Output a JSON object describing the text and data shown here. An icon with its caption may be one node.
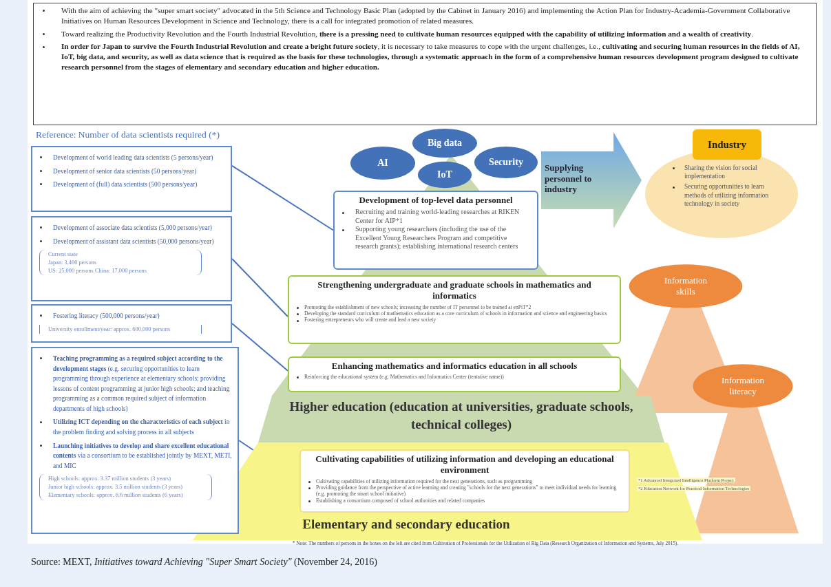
{
  "diagram": {
    "caption": "Source: MEXT, *Initiatives toward Achieving \"Super Smart Society\"* (November 24, 2016)",
    "nodes": [
      {
        "text": [
          "With the aim of achieving the \"super smart society\" advocated in the 5th Science and Technology Basic Plan (adopted by the Cabinet in January 2016) and implementing the Action Plan for Industry-Academia-Government Collaborative Initiatives on Human Resources Development in Science and Technology, there is a call for integrated promotion of related measures.",
          "Toward realizing the Productivity Revolution and the Fourth Industrial Revolution, **there is a pressing need to cultivate human resources equipped with the capability of utilizing information and a wealth of creativity**.",
          "**In order for Japan to survive the Fourth Industrial Revolution and create a bright future society**, it is necessary to take measures to cope with the urgent challenges, i.e., **cultivating and securing human resources in the fields of AI, IoT, big data, and security, as well as data science that is required as the basis for these technologies, through a systematic approach in the form of a comprehensive human resources development program designed to cultivate research personnel from the stages of elementary and secondary education and higher education.**"
        ]
      },
      {
        "text": [
          "Development of world leading data scientists (5 persons/year)",
          "Development of senior data scientists (50 persons/year)",
          "Development of (full) data scientists (500 persons/year)"
        ]
      },
      {
        "text": [
          "Development of associate data scientists (5,000 persons/year)",
          "Development of assistant data scientists (50,000 persons/year)",
          "Current state",
          "Japan: 3,400 persons",
          "US: 25,000 persons  China: 17,000 persons"
        ]
      },
      {
        "text": [
          "Fostering literacy (500,000 persons/year)",
          "University enrollment/year: approx. 600,000 persons"
        ]
      },
      {
        "text": [
          "**Teaching programming as a required subject according to the development stages** (e.g. securing opportunities to learn programming through experience at elementary schools; providing lessons of content programming at junior high schools; and teaching programming as a common required subject of information departments of high schools)",
          "**Utilizing ICT depending on the characteristics of each subject** in the problem finding and solving process in all subjects",
          "**Launching initiatives to develop and share excellent educational contents** via a consortium to be established jointly by MEXT, METI, and MIC",
          "High schools: approx. 3.37 million students (3 years)",
          "Junior high schools: approx. 3.5 million students (3 years)",
          "Elementary schools: approx. 6.6 million students (6 years)"
        ]
      },
      {
        "text": [
          "Big data"
        ]
      },
      {
        "text": [
          "AI"
        ]
      },
      {
        "text": [
          "Security"
        ]
      },
      {
        "text": [
          "IoT"
        ]
      },
      {
        "text": [
          "Supplying personnel to industry"
        ]
      },
      {
        "text": [
          "Industry",
          "Sharing the vision for social implementation",
          "Securing opportunities to learn methods of utilizing information technology in society"
        ]
      },
      {
        "text": [
          "Development of top-level data personnel",
          "Recruiting and training world-leading researches at RIKEN Center for AIP*1",
          "Supporting young researchers (including the use of the Excellent Young Researchers Program and competitive research grants); establishing international research centers"
        ]
      },
      {
        "text": [
          "Strengthening undergraduate and graduate schools in mathematics and informatics",
          "Promoting the establishment of new schools; increasing the number of IT personnel to be trained at enPiT*2",
          "Developing the standard curriculum of mathematics education as a core curriculum of schools in information and science and engineering basics",
          "Fostering entrepreneurs who will create and lead a new society"
        ]
      },
      {
        "text": [
          "Information skills"
        ]
      },
      {
        "text": [
          "Information literacy"
        ]
      },
      {
        "text": [
          "Enhancing mathematics and informatics education in all schools",
          "Reinforcing the educational system (e.g. Mathematics and Informatics Center (tentative name))"
        ]
      },
      {
        "text": [
          "Higher education (education at universities, graduate schools, technical colleges)"
        ]
      },
      {
        "text": [
          "Cultivating capabilities of utilizing information and developing an educational environment",
          "Cultivating capabilities of utilizing information required for the next generations, such as programming",
          "Providing guidance from the perspective of active learning and creating \"schools for the next generations\" to meet individual needs for learning (e.g. promoting the smart school initiative)",
          "Establishing a consortium composed of school authorities and related companies"
        ],
        "in": 18
      },
      {
        "text": [
          "Elementary and secondary education"
        ]
      }
    ],
    "edges": [
      {
        "from": 1,
        "to": 11,
        "arrow": "none"
      },
      {
        "from": 2,
        "to": 12,
        "arrow": "none"
      },
      {
        "from": 3,
        "to": 15,
        "arrow": "none"
      },
      {
        "from": 4,
        "to": 17,
        "arrow": "none"
      }
    ],
    "labels": [
      "Reference: Number of data scientists required (*)",
      "*1 Advanced Integrated Intelligence Platform Project",
      "*2 Education Network for Practical Information Technologies",
      "* Note: The numbers of persons in the boxes on the left are cited from Cultivation of Professionals for the Utilization of Big Data (Research Organization of Information and Systems, July 2015)."
    ]
  }
}
